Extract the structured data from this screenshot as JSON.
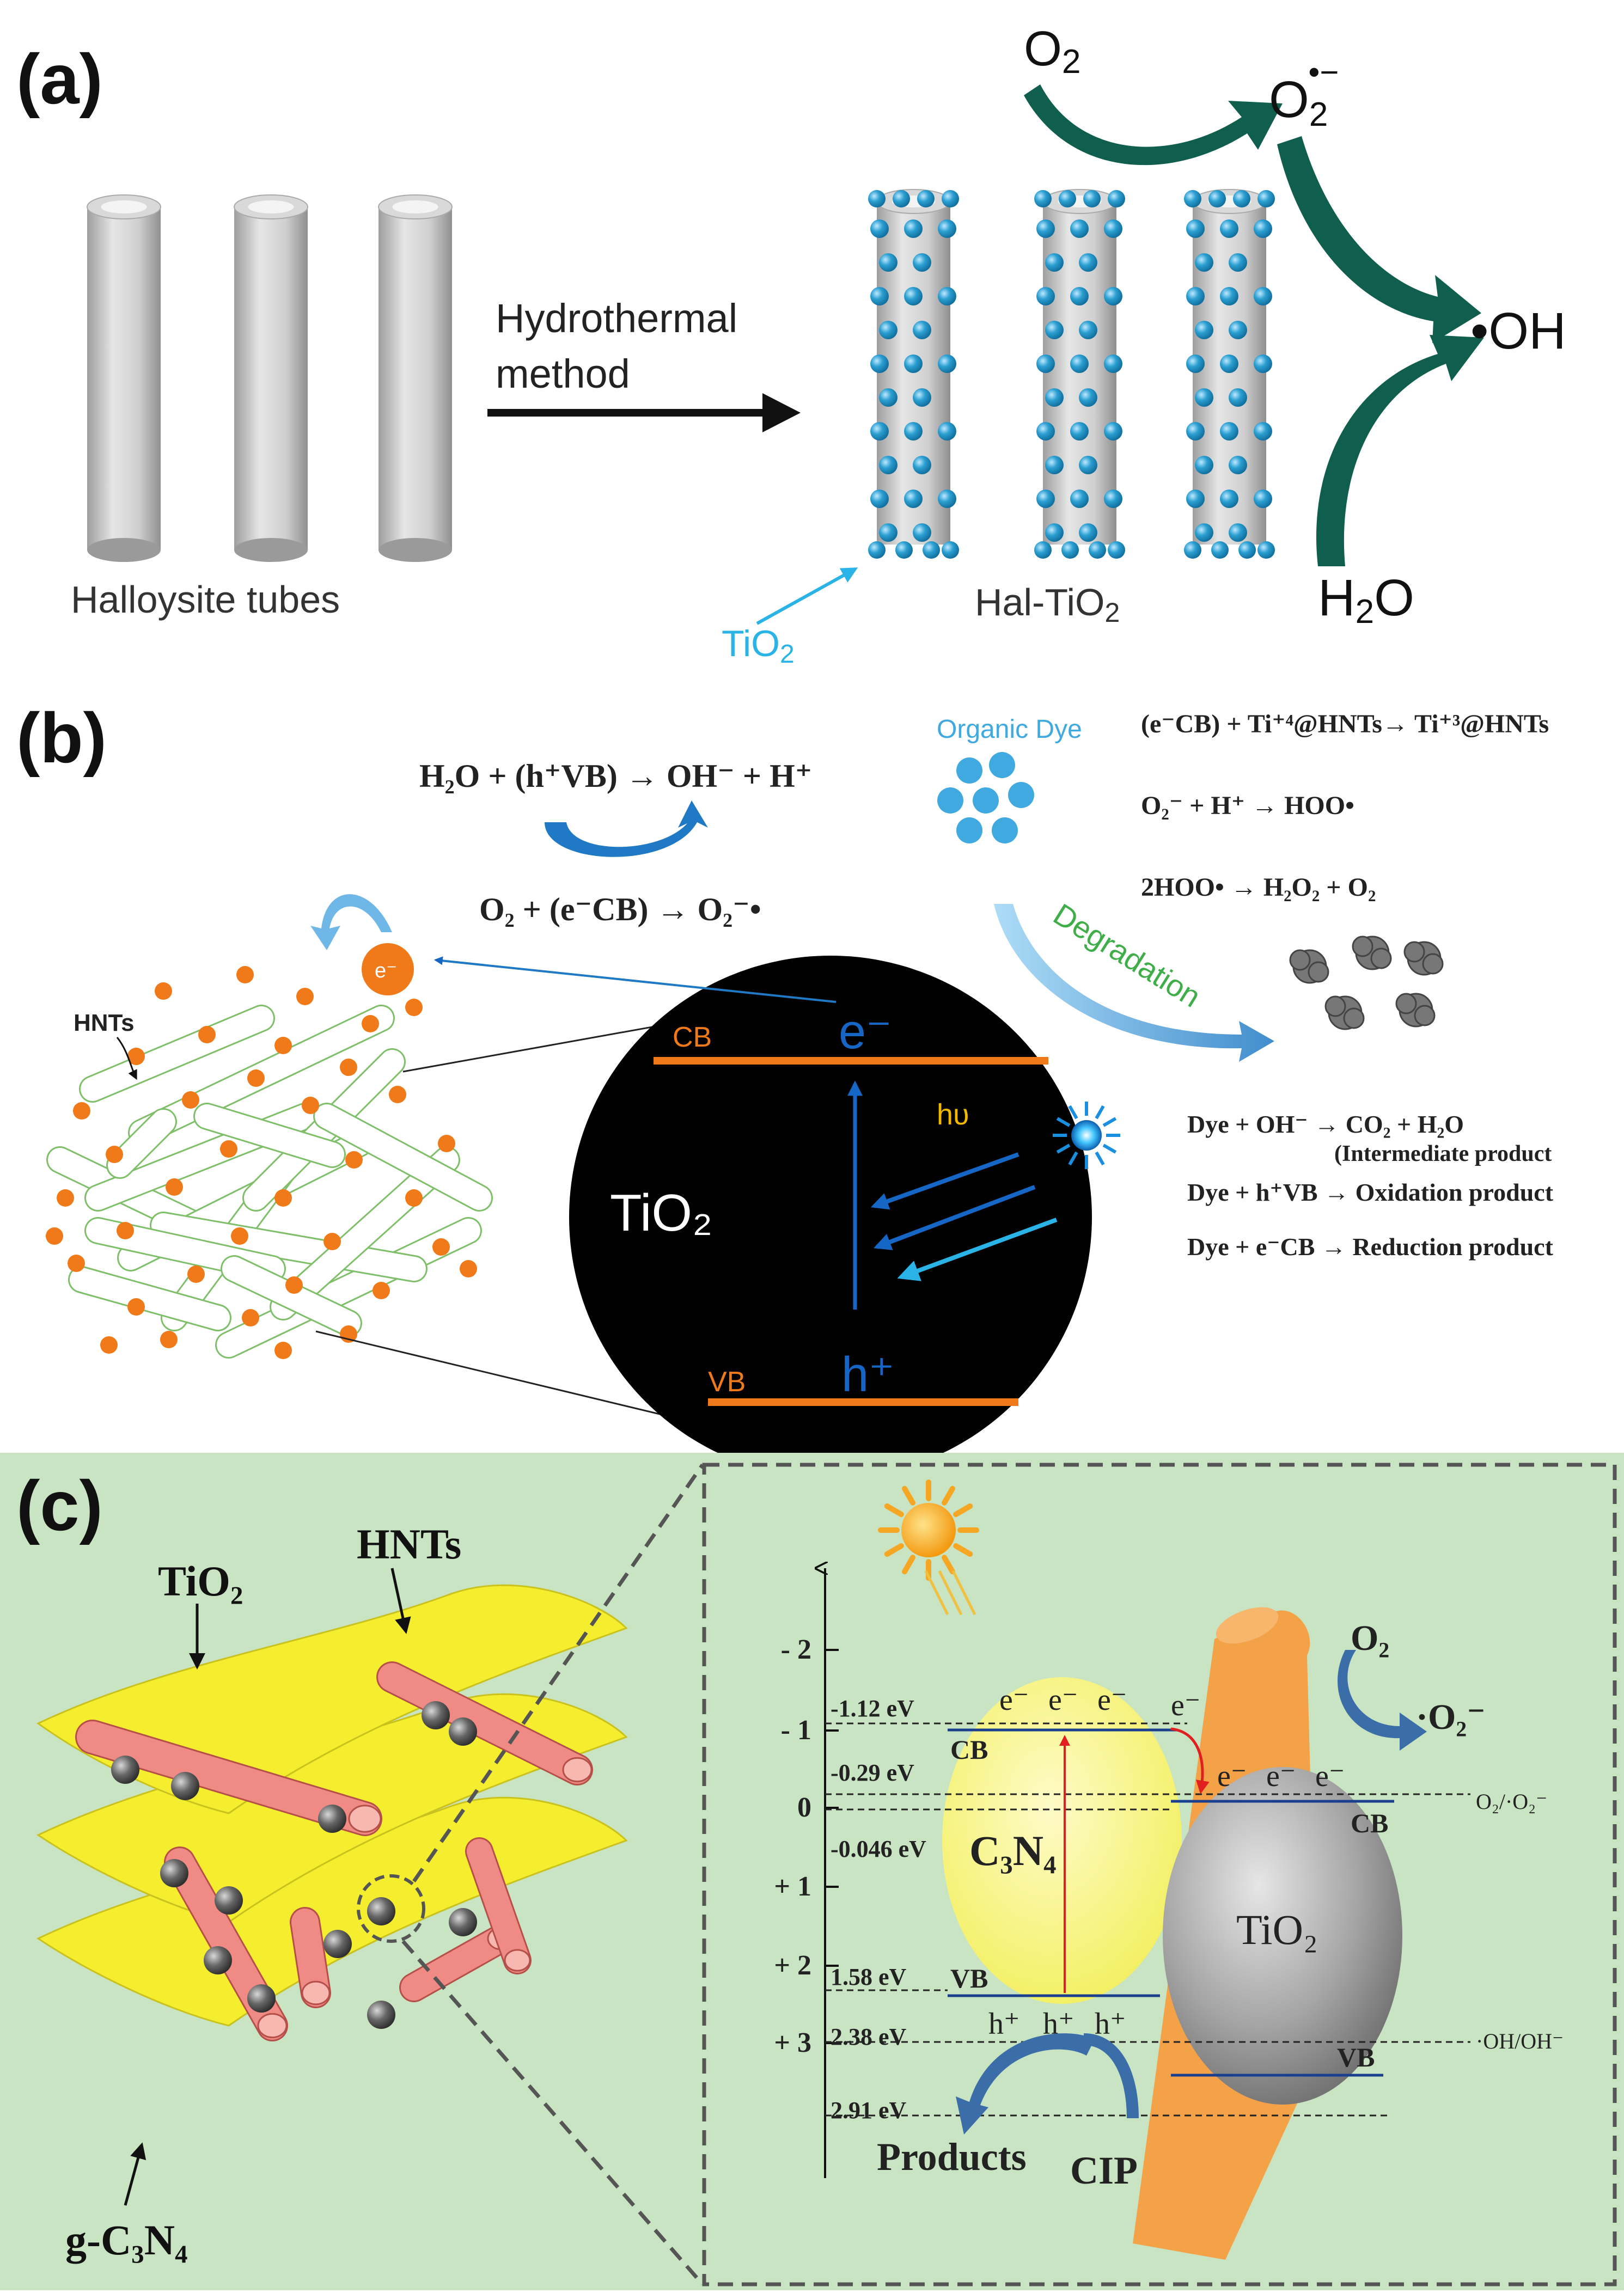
{
  "panel_a": {
    "label": "(a)",
    "o2": "O",
    "o2_sub": "2",
    "superoxide": "O",
    "superoxide_sub": "2",
    "superoxide_sup": "•−",
    "hydroxyl": "•OH",
    "water": "H",
    "water_sub": "2",
    "water_tail": "O",
    "method_line1": "Hydrothermal",
    "method_line2": "method",
    "halloysite_label": "Halloysite tubes",
    "hal_tio2": "Hal-TiO",
    "hal_tio2_sub": "2",
    "tio2_pointer": "TiO",
    "tio2_pointer_sub": "2",
    "colors": {
      "arrow_green": "#0f5e4e",
      "particle": "#2b9fd1",
      "tube": "#c4c4c4",
      "pointer": "#29b3e6"
    }
  },
  "panel_b": {
    "label": "(b)",
    "eq_top": "H₂O + (h⁺VB) → OH⁻ + H⁺",
    "eq_mid": "O₂ + (e⁻CB) → O₂⁻•",
    "electron_ball": "e⁻",
    "hnts": "HNTs",
    "cb": "CB",
    "vb": "VB",
    "e_minus": "e⁻",
    "h_plus": "h⁺",
    "hv": "hυ",
    "tio2": "TiO₂",
    "organic_dye": "Organic Dye",
    "degradation": "Degradation",
    "right_eq": [
      "(e⁻CB) + Ti⁺⁴@HNTs→  Ti⁺³@HNTs",
      "O₂⁻ + H⁺   →  HOO•",
      "2HOO•      →  H₂O₂ + O₂"
    ],
    "dye_eq": [
      "Dye + OH⁻ → CO₂ + H₂O",
      "(Intermediate product",
      "Dye + h⁺VB  → Oxidation product",
      "Dye + e⁻CB  → Reduction product"
    ],
    "colors": {
      "orange": "#f07a1a",
      "blue_arrow": "#1666c6",
      "green_text": "#3fae49",
      "dye": "#3fa9e0"
    }
  },
  "panel_c": {
    "label": "(c)",
    "hnts": "HNTs",
    "tio2_left": "TiO₂",
    "gc3n4": "g-C₃N₄",
    "y_ticks": [
      "- 2",
      "- 1",
      "0",
      "+ 1",
      "+ 2",
      "+ 3"
    ],
    "ev_labels": [
      "-1.12 eV",
      "-0.29 eV",
      "-0.046 eV",
      "1.58 eV",
      "2.38 eV",
      "2.91 eV"
    ],
    "cb_left": "CB",
    "vb_left": "VB",
    "c3n4": "C₃N₄",
    "e_top": [
      "e⁻",
      "e⁻",
      "e⁻"
    ],
    "e_transfer": "e⁻",
    "e_tio2": [
      "e⁻",
      "e⁻",
      "e⁻"
    ],
    "h_bottom": [
      "h⁺",
      "h⁺",
      "h⁺"
    ],
    "cb_right": "CB",
    "vb_right": "VB",
    "tio2_right": "TiO₂",
    "o2": "O₂",
    "o2_rad": "·O₂⁻",
    "ref_o2": "O₂/·O₂⁻",
    "ref_oh": "·OH/OH⁻",
    "products": "Products",
    "cip": "CIP",
    "colors": {
      "bg": "#c9e4c2",
      "sheet": "#f5ee2e",
      "tube": "#f08a84",
      "c3n4_ellipse": "#f7f47a",
      "tio2_ellipse": "#9a9a9a",
      "rod": "#f4a248"
    }
  }
}
